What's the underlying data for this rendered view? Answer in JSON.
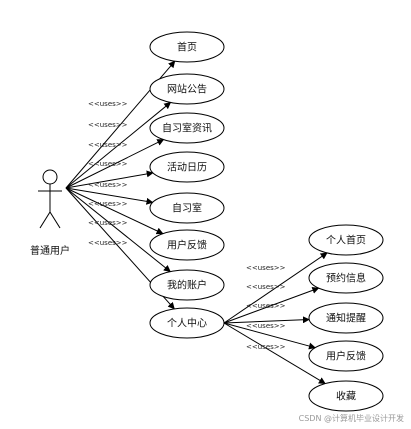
{
  "actor": {
    "label": "普通用户"
  },
  "stereotype": "<<uses>>",
  "primary_use_cases": [
    {
      "id": "uc-home",
      "label": "首页"
    },
    {
      "id": "uc-announcement",
      "label": "网站公告"
    },
    {
      "id": "uc-study-room-info",
      "label": "自习室资讯"
    },
    {
      "id": "uc-calendar",
      "label": "活动日历"
    },
    {
      "id": "uc-study-room",
      "label": "自习室"
    },
    {
      "id": "uc-feedback",
      "label": "用户反馈"
    },
    {
      "id": "uc-my-account",
      "label": "我的账户"
    },
    {
      "id": "uc-personal-center",
      "label": "个人中心"
    }
  ],
  "sub_use_cases": [
    {
      "id": "sub-personal-home",
      "label": "个人首页"
    },
    {
      "id": "sub-reservation",
      "label": "预约信息"
    },
    {
      "id": "sub-notice",
      "label": "通知提醒"
    },
    {
      "id": "sub-feedback",
      "label": "用户反馈"
    },
    {
      "id": "sub-favorites",
      "label": "收藏"
    }
  ],
  "watermark": "CSDN @计算机毕业设计开发",
  "colors": {
    "stroke": "#000000",
    "fill": "#ffffff",
    "text": "#111111",
    "watermark": "#9a9a9a"
  }
}
